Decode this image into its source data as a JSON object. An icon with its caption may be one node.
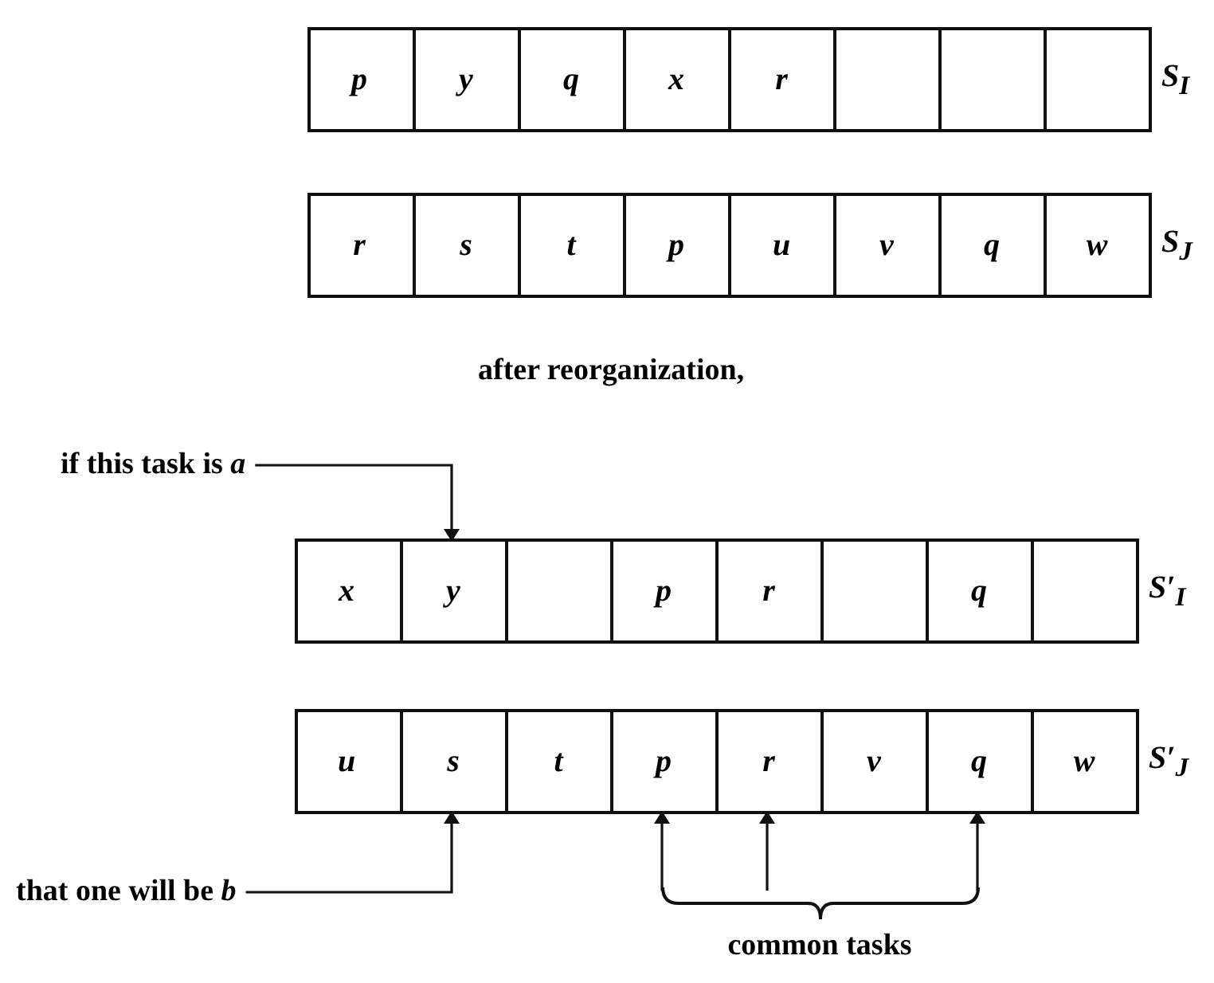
{
  "diagram": {
    "nodes": [
      {
        "text": [],
        "shape": "box",
        "beside": [
          "S$_{I}$"
        ]
      },
      {
        "text": [
          "p"
        ],
        "in": 0
      },
      {
        "text": [
          "y"
        ],
        "in": 0
      },
      {
        "text": [
          "q"
        ],
        "in": 0
      },
      {
        "text": [
          "x"
        ],
        "in": 0
      },
      {
        "text": [
          "r"
        ],
        "in": 0
      },
      {
        "text": [],
        "shape": "box",
        "in": 0
      },
      {
        "text": [],
        "shape": "box",
        "in": 0
      },
      {
        "text": [],
        "shape": "box",
        "in": 0
      },
      {
        "text": [],
        "shape": "box",
        "beside": [
          "S$_{J}$"
        ]
      },
      {
        "text": [
          "r"
        ],
        "in": 9
      },
      {
        "text": [
          "s"
        ],
        "in": 9
      },
      {
        "text": [
          "t"
        ],
        "in": 9
      },
      {
        "text": [
          "p"
        ],
        "in": 9
      },
      {
        "text": [
          "u"
        ],
        "in": 9
      },
      {
        "text": [
          "v"
        ],
        "in": 9
      },
      {
        "text": [
          "q"
        ],
        "in": 9
      },
      {
        "text": [
          "w"
        ],
        "in": 9
      },
      {
        "text": [
          "if this task is *a*"
        ]
      },
      {
        "text": [],
        "shape": "box",
        "beside": [
          "S′$_{I}$"
        ]
      },
      {
        "text": [
          "x"
        ],
        "in": 19
      },
      {
        "text": [
          "y"
        ],
        "in": 19
      },
      {
        "text": [],
        "shape": "box",
        "in": 19
      },
      {
        "text": [
          "p"
        ],
        "in": 19
      },
      {
        "text": [
          "r"
        ],
        "in": 19
      },
      {
        "text": [],
        "shape": "box",
        "in": 19
      },
      {
        "text": [
          "q"
        ],
        "in": 19
      },
      {
        "text": [],
        "shape": "box",
        "in": 19
      },
      {
        "text": [],
        "shape": "box",
        "beside": [
          "S′$_{J}$"
        ]
      },
      {
        "text": [
          "u"
        ],
        "in": 28
      },
      {
        "text": [
          "s"
        ],
        "in": 28
      },
      {
        "text": [
          "t"
        ],
        "in": 28
      },
      {
        "text": [
          "p"
        ],
        "in": 28
      },
      {
        "text": [
          "r"
        ],
        "in": 28
      },
      {
        "text": [
          "v"
        ],
        "in": 28
      },
      {
        "text": [
          "q"
        ],
        "in": 28
      },
      {
        "text": [
          "w"
        ],
        "in": 28
      },
      {
        "text": [
          "that one will be *b*"
        ]
      },
      {
        "text": [
          "common tasks"
        ]
      }
    ],
    "edges": [
      {
        "from": 18,
        "to": 21,
        "arrow": "to"
      },
      {
        "from": 37,
        "to": 30,
        "arrow": "to"
      },
      {
        "from": 38,
        "to": 32,
        "arrow": "to"
      },
      {
        "from": 38,
        "to": 33,
        "arrow": "to"
      },
      {
        "from": 38,
        "to": 35,
        "arrow": "to"
      }
    ],
    "labels": [
      "after reorganization,"
    ]
  }
}
